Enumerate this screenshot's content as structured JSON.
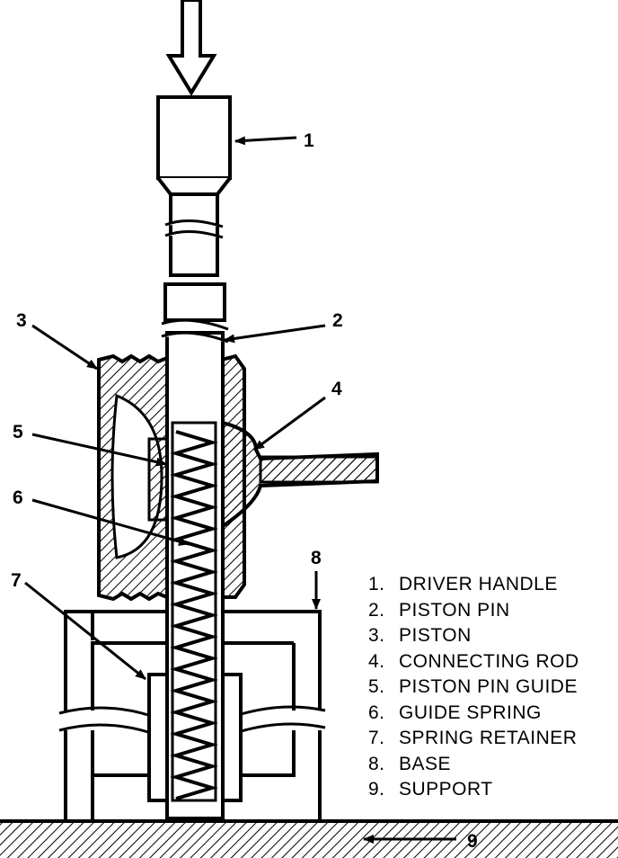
{
  "callouts": [
    "1",
    "2",
    "3",
    "4",
    "5",
    "6",
    "7",
    "8",
    "9"
  ],
  "legend": [
    {
      "num": "1.",
      "label": "DRIVER HANDLE"
    },
    {
      "num": "2.",
      "label": "PISTON PIN"
    },
    {
      "num": "3.",
      "label": "PISTON"
    },
    {
      "num": "4.",
      "label": "CONNECTING ROD"
    },
    {
      "num": "5.",
      "label": "PISTON PIN GUIDE"
    },
    {
      "num": "6.",
      "label": "GUIDE SPRING"
    },
    {
      "num": "7.",
      "label": "SPRING RETAINER"
    },
    {
      "num": "8.",
      "label": "BASE"
    },
    {
      "num": "9.",
      "label": "SUPPORT"
    }
  ]
}
